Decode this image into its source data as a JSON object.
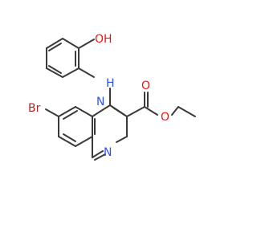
{
  "molecule": {
    "atoms": {
      "hydroxyl": {
        "text": "OH",
        "color": "#ff0d0d"
      },
      "amine": {
        "text": "H",
        "color": "#3050f8"
      },
      "amine_n": {
        "text": "N",
        "color": "#3050f8"
      },
      "carbonyl_o": {
        "text": "O",
        "color": "#ff0d0d"
      },
      "ester_o": {
        "text": "O",
        "color": "#ff0d0d"
      },
      "bromine": {
        "text": "Br",
        "color": "#a62929"
      },
      "ring_n": {
        "text": "N",
        "color": "#3050f8"
      }
    },
    "bond_color": "#3a3a3a"
  }
}
